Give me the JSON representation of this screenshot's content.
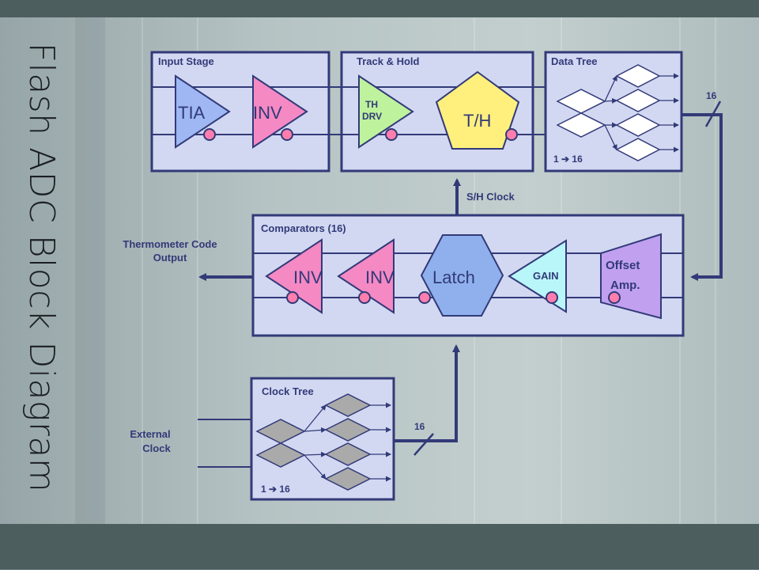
{
  "title": "Flash ADC Block Diagram",
  "input_stage": {
    "label": "Input Stage",
    "tia": "TIA",
    "inv": "INV"
  },
  "track_hold": {
    "label": "Track & Hold",
    "drv_line1": "TH",
    "drv_line2": "DRV",
    "th": "T/H"
  },
  "data_tree": {
    "label": "Data Tree",
    "fanout": "1 ➔ 16",
    "bus_width": "16"
  },
  "sh_clock": "S/H Clock",
  "comparators": {
    "label": "Comparators (16)",
    "inv1": "INV",
    "inv2": "INV",
    "latch": "Latch",
    "gain": "GAIN",
    "offset_line1": "Offset",
    "offset_line2": "Amp."
  },
  "output": {
    "line1": "Thermometer Code",
    "line2": "Output"
  },
  "clock_tree": {
    "label": "Clock Tree",
    "fanout": "1 ➔ 16",
    "bus_width": "16"
  },
  "external_clock": {
    "line1": "External",
    "line2": "Clock"
  },
  "colors": {
    "background": "#b4c1c3",
    "top_band": "#4d5e5f",
    "bottom_band": "#4d5e5f",
    "navy": "#323a78",
    "box_fill": "#d2d8f2",
    "tia": "#9fb8f4",
    "inv": "#f489c4",
    "drv": "#bff29d",
    "th": "#fff07e",
    "latch": "#8fb0ed",
    "gain": "#b8f6f9",
    "offset": "#c0a0ef",
    "bubble": "#ff7eae"
  }
}
